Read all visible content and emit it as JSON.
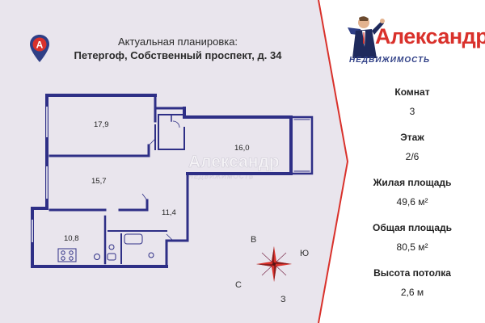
{
  "header": {
    "title_line1": "Актуальная планировка:",
    "title_line2": "Петергоф, Собственный проспект, д. 34"
  },
  "pin": {
    "letter": "А"
  },
  "brand": {
    "name": "Александр",
    "sub": "НЕДВИЖИМОСТЬ",
    "primary_color": "#d9312b",
    "secondary_color": "#2f3f86"
  },
  "floor_plan": {
    "wall_color": "#2e2f86",
    "rooms": [
      {
        "label": "17,9"
      },
      {
        "label": "15,7"
      },
      {
        "label": "10,8"
      },
      {
        "label": "11,4"
      },
      {
        "label": "16,0"
      }
    ],
    "watermark": {
      "name": "Александр",
      "sub": "НЕДВИЖИМОСТЬ"
    }
  },
  "compass": {
    "north": "В",
    "east": "Ю",
    "south": "З",
    "west": "С"
  },
  "info": [
    {
      "label": "Комнат",
      "value": "3"
    },
    {
      "label": "Этаж",
      "value": "2/6"
    },
    {
      "label": "Жилая площадь",
      "value": "49,6 м²"
    },
    {
      "label": "Общая площадь",
      "value": "80,5 м²"
    },
    {
      "label": "Высота потолка",
      "value": "2,6 м"
    }
  ]
}
